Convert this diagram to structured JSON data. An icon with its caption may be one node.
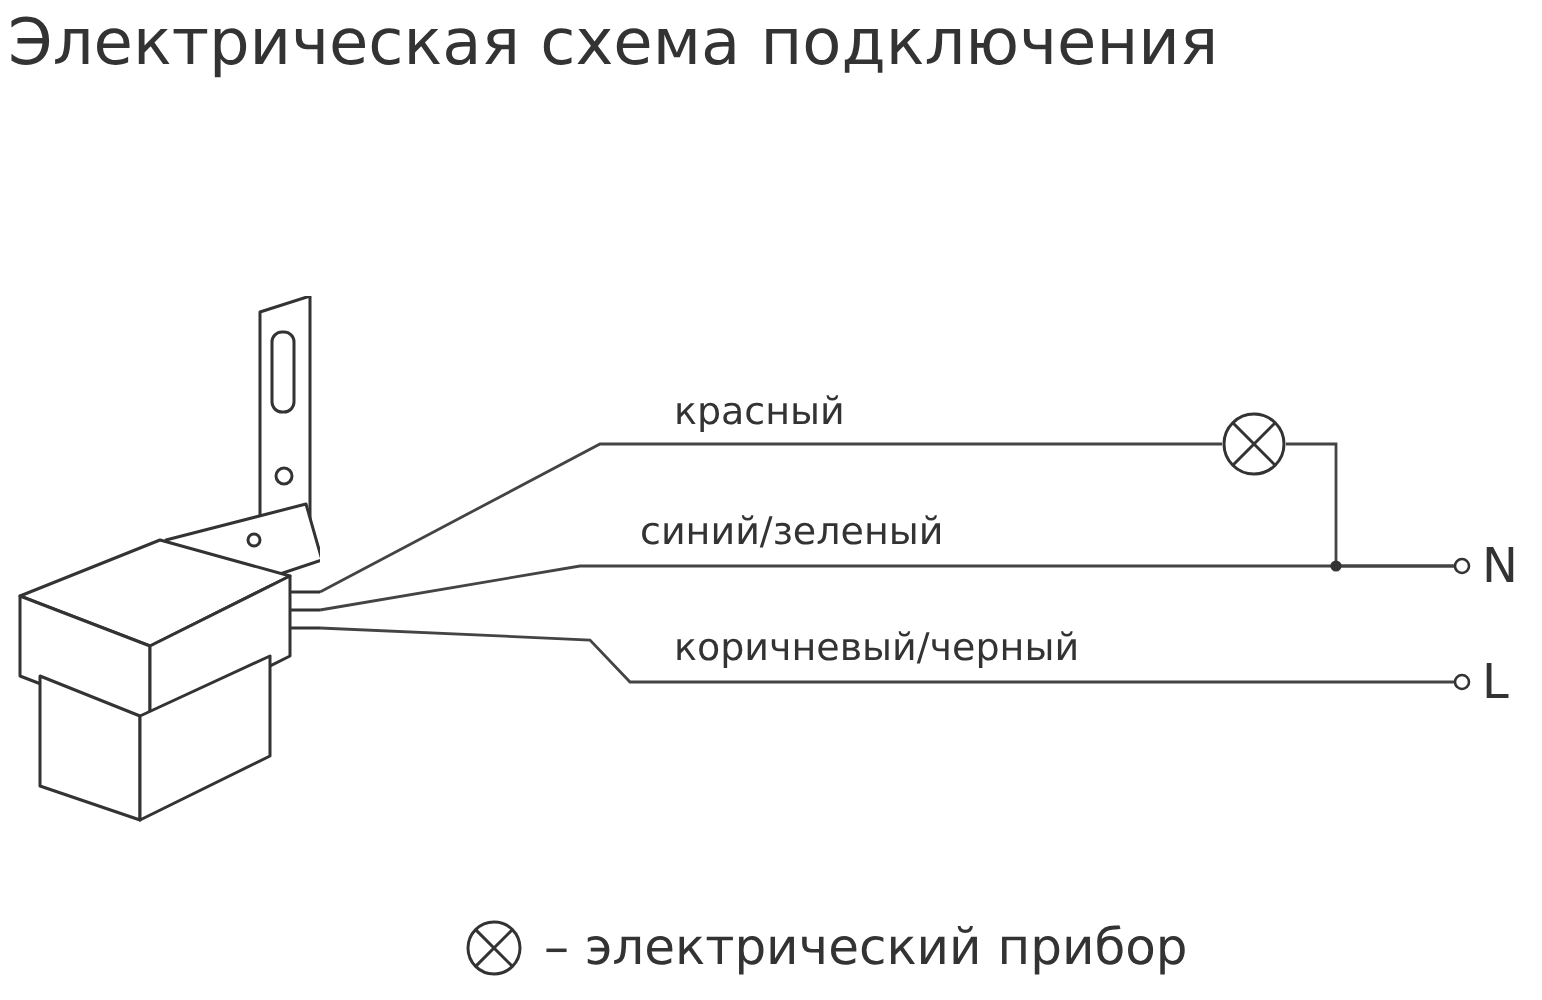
{
  "diagram": {
    "title": "Электрическая схема подключения",
    "nodes": [
      {
        "text": [],
        "shape": "picture"
      },
      {
        "text": [],
        "shape": "circle"
      },
      {
        "text": [
          "N"
        ]
      },
      {
        "text": [
          "L"
        ]
      }
    ],
    "edges": [
      {
        "from": 0,
        "to": 1,
        "arrow": "none",
        "label": "красный"
      },
      {
        "from": 1,
        "to": 2,
        "arrow": "none"
      },
      {
        "from": 0,
        "to": 2,
        "arrow": "none",
        "label": "синий/зеленый"
      },
      {
        "from": 0,
        "to": 3,
        "arrow": "none",
        "label": "коричневый/черный"
      }
    ],
    "legend": [
      {
        "text": "– электрический прибор"
      }
    ]
  }
}
